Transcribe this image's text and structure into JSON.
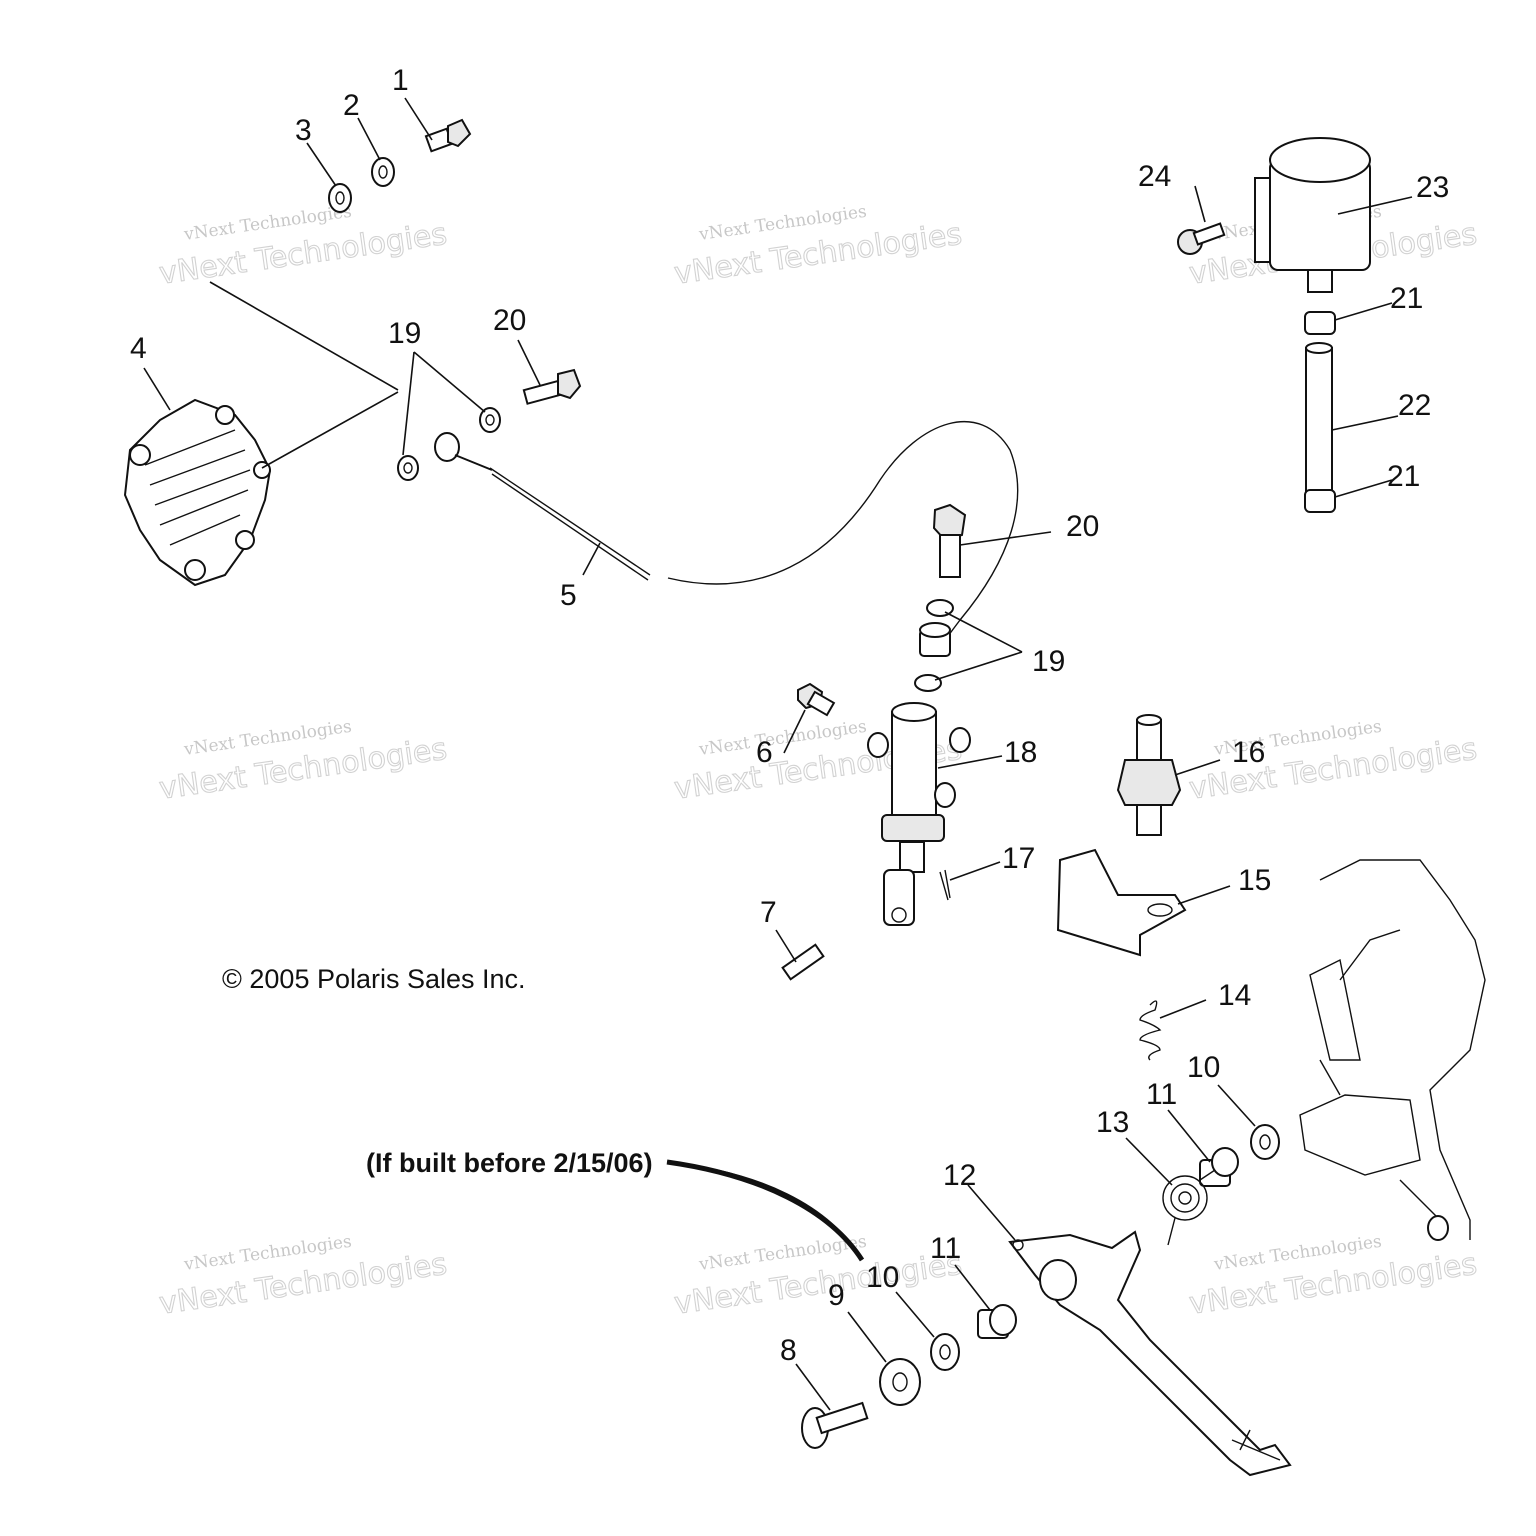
{
  "copyright": "© 2005 Polaris Sales Inc.",
  "note": "(If built before 2/15/06)",
  "watermark": {
    "line1": "vNext Technologies",
    "line2": "vNext Technologies"
  },
  "labels": {
    "n1": "1",
    "n2": "2",
    "n3": "3",
    "n4": "4",
    "n5": "5",
    "n6": "6",
    "n7": "7",
    "n8": "8",
    "n9": "9",
    "n10a": "10",
    "n10b": "10",
    "n11a": "11",
    "n11b": "11",
    "n12": "12",
    "n13": "13",
    "n14": "14",
    "n15": "15",
    "n16": "16",
    "n17": "17",
    "n18": "18",
    "n19a": "19",
    "n19b": "19",
    "n20a": "20",
    "n20b": "20",
    "n21a": "21",
    "n21b": "21",
    "n22": "22",
    "n23": "23",
    "n24": "24"
  }
}
